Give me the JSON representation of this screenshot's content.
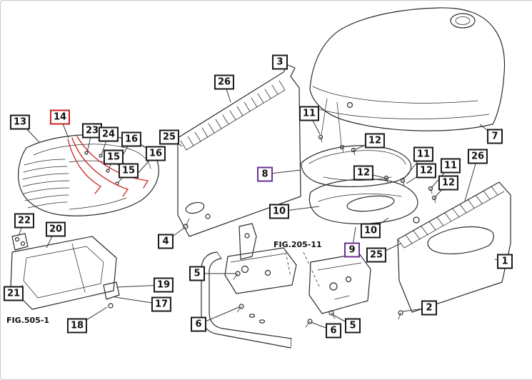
{
  "colors": {
    "line": "#2b2b2b",
    "red": "#cc2222",
    "purple": "#6a3096",
    "box-border": "#1a1a1a",
    "box-bg": "#ffffff",
    "text": "#111111",
    "background": "#ffffff"
  },
  "figure_refs": [
    {
      "text": "FIG.205-11"
    },
    {
      "text": "FIG.505-1"
    }
  ],
  "callouts": [
    {
      "label": "13",
      "variant": "default"
    },
    {
      "label": "14",
      "variant": "red"
    },
    {
      "label": "23",
      "variant": "default"
    },
    {
      "label": "24",
      "variant": "default"
    },
    {
      "label": "16",
      "variant": "default"
    },
    {
      "label": "16",
      "variant": "default"
    },
    {
      "label": "15",
      "variant": "default"
    },
    {
      "label": "15",
      "variant": "default"
    },
    {
      "label": "22",
      "variant": "default"
    },
    {
      "label": "20",
      "variant": "default"
    },
    {
      "label": "21",
      "variant": "default"
    },
    {
      "label": "19",
      "variant": "default"
    },
    {
      "label": "17",
      "variant": "default"
    },
    {
      "label": "18",
      "variant": "default"
    },
    {
      "label": "25",
      "variant": "default"
    },
    {
      "label": "26",
      "variant": "default"
    },
    {
      "label": "3",
      "variant": "default"
    },
    {
      "label": "4",
      "variant": "default"
    },
    {
      "label": "5",
      "variant": "default"
    },
    {
      "label": "6",
      "variant": "default"
    },
    {
      "label": "6",
      "variant": "default"
    },
    {
      "label": "5",
      "variant": "default"
    },
    {
      "label": "8",
      "variant": "purple"
    },
    {
      "label": "10",
      "variant": "default"
    },
    {
      "label": "9",
      "variant": "purple"
    },
    {
      "label": "10",
      "variant": "default"
    },
    {
      "label": "25",
      "variant": "default"
    },
    {
      "label": "11",
      "variant": "default"
    },
    {
      "label": "12",
      "variant": "default"
    },
    {
      "label": "12",
      "variant": "default"
    },
    {
      "label": "11",
      "variant": "default"
    },
    {
      "label": "12",
      "variant": "default"
    },
    {
      "label": "11",
      "variant": "default"
    },
    {
      "label": "12",
      "variant": "default"
    },
    {
      "label": "26",
      "variant": "default"
    },
    {
      "label": "7",
      "variant": "default"
    },
    {
      "label": "1",
      "variant": "default"
    },
    {
      "label": "2",
      "variant": "default"
    }
  ]
}
